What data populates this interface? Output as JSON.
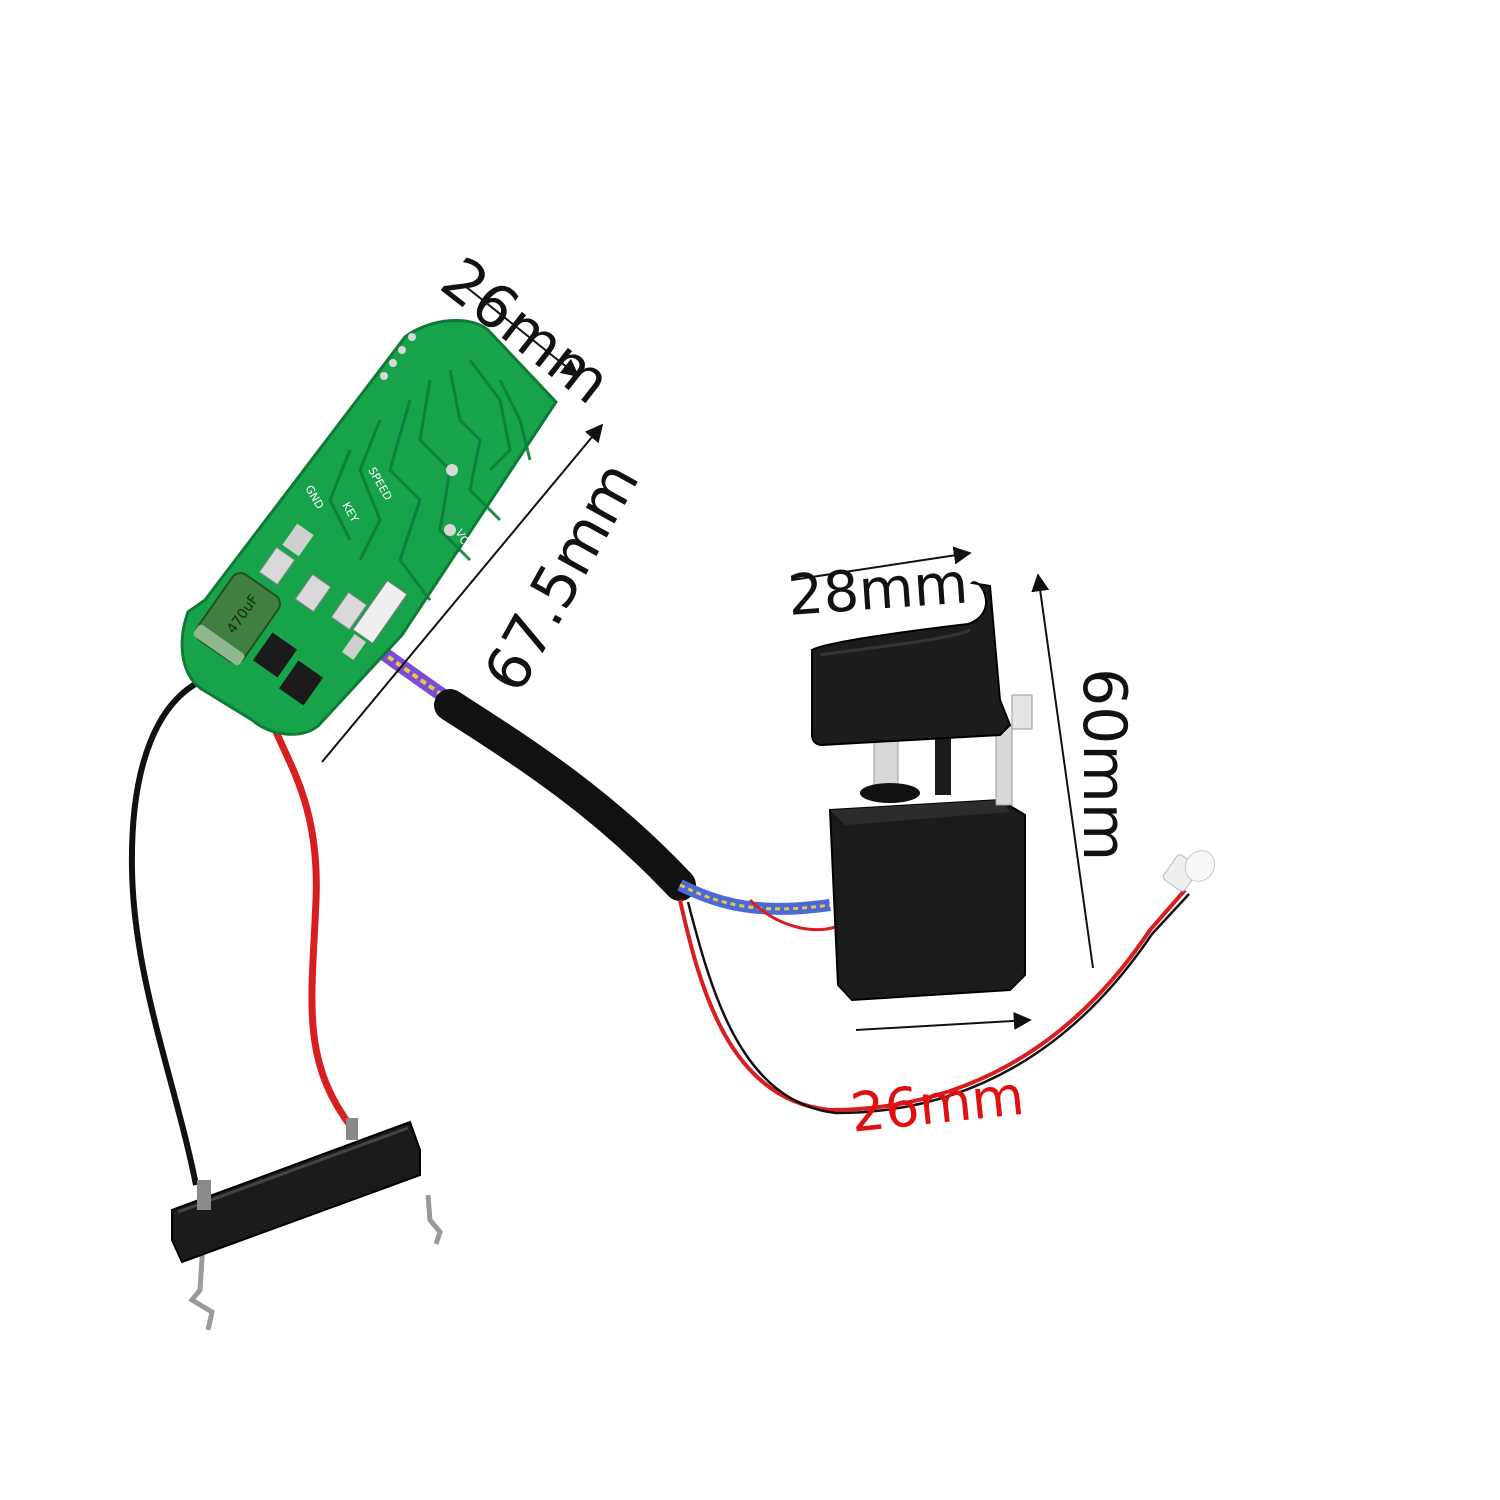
{
  "dimensions": {
    "pcb_width": "26mm",
    "pcb_length": "67.5mm",
    "trigger_width": "28mm",
    "trigger_height": "60mm",
    "led_lead": "26mm"
  },
  "pcb_silkscreen": {
    "gnd": "GND",
    "speed": "SPEED",
    "key": "KEY",
    "vcc": "VCC",
    "capacitor": "470uF"
  },
  "colors": {
    "pcb_green": "#16a34a",
    "pcb_trace": "#0d7d3a",
    "wire_red": "#d81e1e",
    "wire_black": "#111111",
    "plastic_black": "#1b1b1b",
    "capacitor_green": "#3f7f3f",
    "dimension_text": "#111111",
    "led_dimension_text": "#e01010"
  }
}
